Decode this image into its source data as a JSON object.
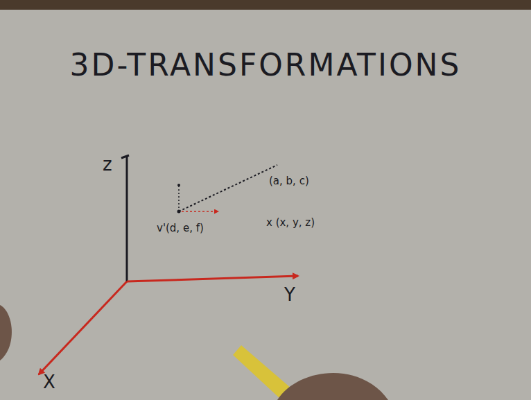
{
  "diagram": {
    "title": "3D-TRANSFORMATIONS",
    "labels": [
      "z",
      "Y",
      "X",
      "(a, b, c)",
      "v'(d, e, f)",
      "x (x, y, z)"
    ]
  }
}
